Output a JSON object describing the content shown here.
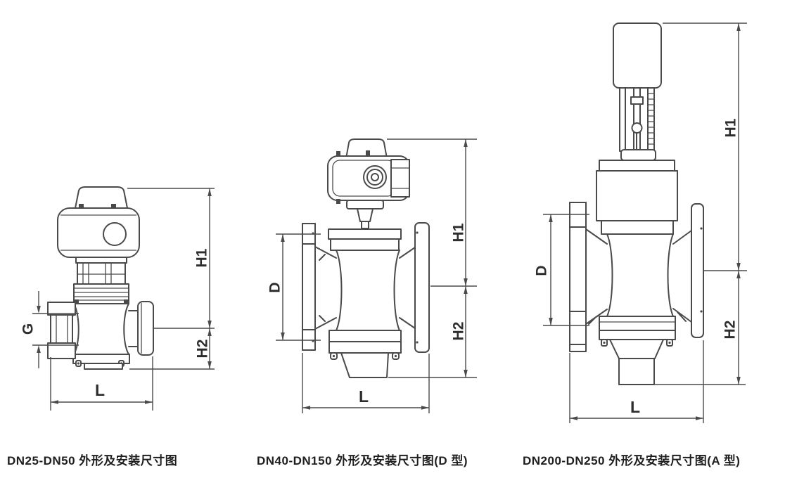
{
  "page": {
    "background": "#ffffff"
  },
  "drawing": {
    "line_color": "#4a4a4a",
    "label_color": "#2d2d2d"
  },
  "figures": [
    {
      "id": "dn25-dn50",
      "caption": "DN25-DN50 外形及安装尺寸图",
      "labels": {
        "h1": "H1",
        "h2": "H2",
        "l": "L",
        "g": "G"
      }
    },
    {
      "id": "dn40-dn150",
      "caption": "DN40-DN150 外形及安装尺寸图(D 型)",
      "labels": {
        "h1": "H1",
        "h2": "H2",
        "l": "L",
        "d": "D"
      }
    },
    {
      "id": "dn200-dn250",
      "caption": "DN200-DN250 外形及安装尺寸图(A 型)",
      "labels": {
        "h1": "H1",
        "h2": "H2",
        "l": "L",
        "d": "D"
      }
    }
  ]
}
